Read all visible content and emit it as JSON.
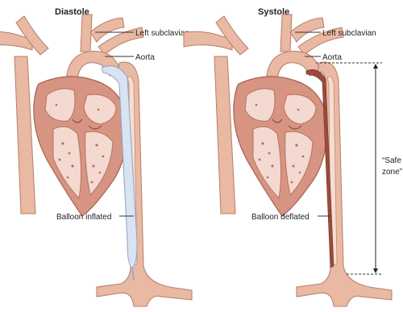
{
  "panels": [
    {
      "title": "Diastole",
      "labels": {
        "left_subclavian": "Left subclavian",
        "aorta": "Aorta",
        "balloon": "Balloon inflated"
      }
    },
    {
      "title": "Systole",
      "labels": {
        "left_subclavian": "Left subclavian",
        "aorta": "Aorta",
        "balloon": "Balloon deflated"
      }
    }
  ],
  "safe_zone": {
    "line1": "“Safe",
    "line2": "zone”"
  },
  "colors": {
    "vessel": "#e9b9a3",
    "heart": "#d79483",
    "balloon_inflated": "#d9e3f1",
    "balloon_deflated": "#9c4a3d"
  }
}
